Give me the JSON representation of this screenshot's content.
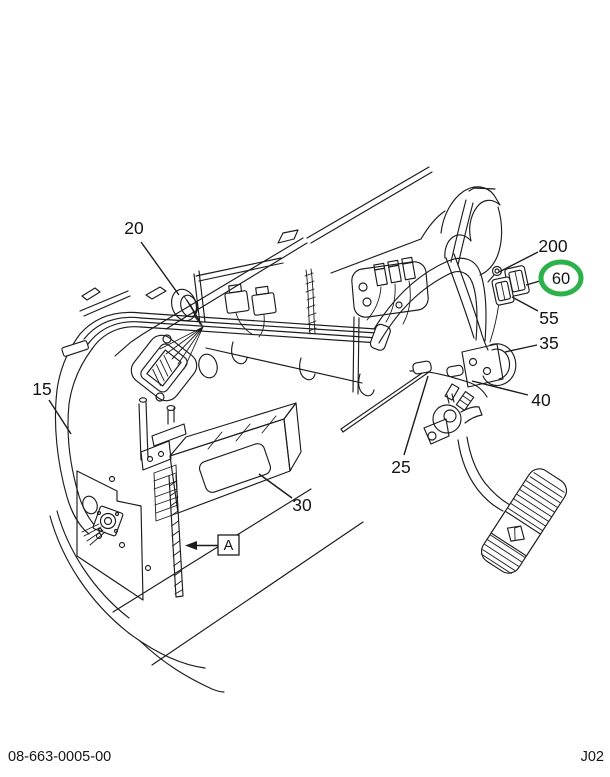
{
  "figure": {
    "type": "parts-diagram",
    "description": "Exploded line-art installation diagram of cab wiring harness, electronic control module and accelerator pedal at the firewall",
    "footer_left": "08-663-0005-00",
    "footer_right": "J02",
    "detail_label": "A",
    "highlighted_callout": "60",
    "colors": {
      "line": "#1c1c1c",
      "background": "#ffffff",
      "highlight_ring": "#2db14b",
      "text": "#141414"
    },
    "callouts": [
      {
        "label": "20",
        "highlighted": false
      },
      {
        "label": "200",
        "highlighted": false
      },
      {
        "label": "60",
        "highlighted": true
      },
      {
        "label": "55",
        "highlighted": false
      },
      {
        "label": "35",
        "highlighted": false
      },
      {
        "label": "40",
        "highlighted": false
      },
      {
        "label": "25",
        "highlighted": false
      },
      {
        "label": "30",
        "highlighted": false
      },
      {
        "label": "15",
        "highlighted": false
      }
    ]
  }
}
